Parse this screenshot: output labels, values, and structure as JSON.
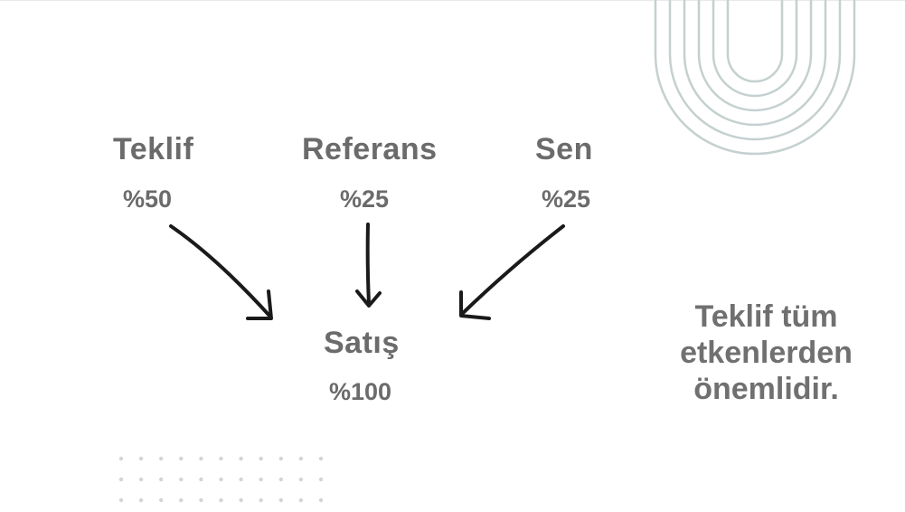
{
  "sources": [
    {
      "name": "Teklif",
      "percent": "%50"
    },
    {
      "name": "Referans",
      "percent": "%25"
    },
    {
      "name": "Sen",
      "percent": "%25"
    }
  ],
  "target": {
    "name": "Satış",
    "percent": "%100"
  },
  "note": "Teklif tüm etkenlerden önemlidir.",
  "colors": {
    "text": "#6b6b6b",
    "arrow": "#1a1a1a",
    "arches": "#c5d0d0",
    "dots": "#d4d4d4"
  }
}
